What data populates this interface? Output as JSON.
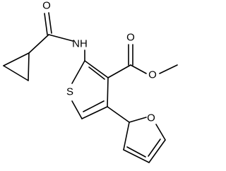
{
  "molecule": {
    "atoms": {
      "carbonyl_o_amide": "O",
      "amide_n": "NH",
      "ester_o_carbonyl": "O",
      "ester_o_ether": "O",
      "thiophene_s": "S",
      "furan_o": "O"
    }
  }
}
